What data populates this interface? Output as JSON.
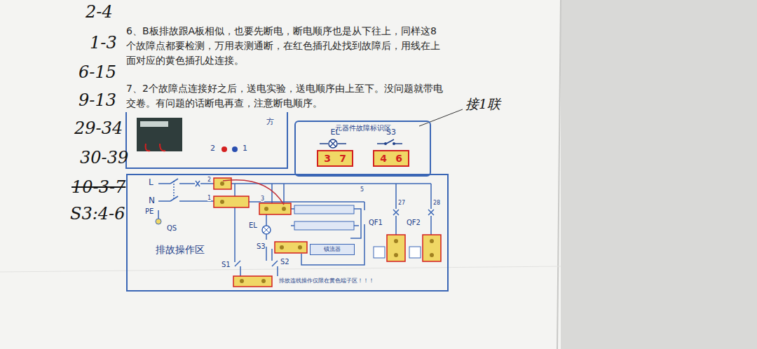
{
  "diagram": {
    "nodes": [
      {
        "text": [
          "元器件故障标识区"
        ]
      },
      {
        "text": [
          "EL",
          "3",
          "7"
        ],
        "in": 0
      },
      {
        "text": [
          "S3",
          "4",
          "6"
        ],
        "in": 0
      },
      {
        "text": [
          "排故操作区"
        ]
      },
      {
        "text": [
          "镇流器"
        ],
        "in": 3
      }
    ],
    "labels": [
      "2-4",
      "1-3",
      "6-15",
      "9-13",
      "29-34",
      "30-39",
      "10-3-7",
      "S3:4-6",
      "6、B板排故跟A板相似，也要先断电，断电顺序也是从下往上，同样这8个故障点都要检测，万用表测通断，在红色插孔处找到故障后，用线在上面对应的黄色插孔处连接。",
      "7、2个故障点连接好之后，送电实验，送电顺序由上至下。没问题就带电交卷。有问题的话断电再查，注意断电顺序。",
      "接1联",
      "2",
      "1",
      "方",
      "L",
      "N",
      "PE",
      "QS",
      "EL",
      "S3",
      "S1",
      "S2",
      "QF1",
      "QF2",
      "2",
      "1",
      "3",
      "5",
      "27",
      "28",
      "排故连线操作仅限在黄色端子区！！！"
    ]
  }
}
